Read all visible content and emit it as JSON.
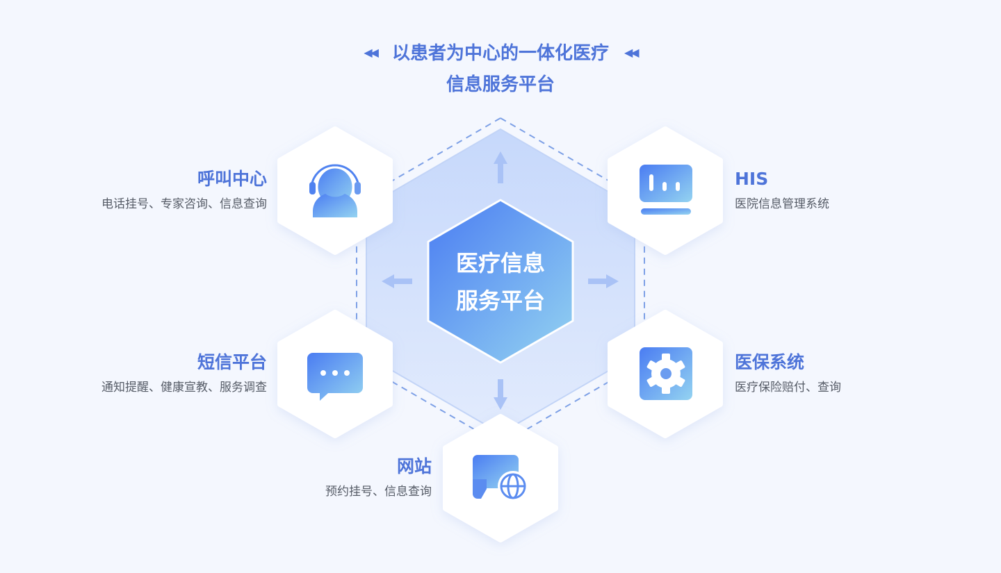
{
  "header": {
    "title_line1": "以患者为中心的一体化医疗",
    "title_line2": "信息服务平台",
    "decor_left": "◀◀",
    "decor_right": "◀◀"
  },
  "center": {
    "line1": "医疗信息",
    "line2": "服务平台"
  },
  "nodes": [
    {
      "name": "呼叫中心",
      "desc": "电话挂号、专家咨询、信息查询",
      "icon": "headset-agent-icon"
    },
    {
      "name": "HIS",
      "desc": "医院信息管理系统",
      "icon": "monitor-chart-icon"
    },
    {
      "name": "短信平台",
      "desc": "通知提醒、健康宣教、服务调查",
      "icon": "chat-bubble-icon"
    },
    {
      "name": "医保系统",
      "desc": "医疗保险赔付、查询",
      "icon": "gear-icon"
    },
    {
      "name": "网站",
      "desc": "预约挂号、信息查询",
      "icon": "globe-monitor-icon"
    }
  ],
  "colors": {
    "accent": "#4e74d9",
    "gradient_start": "#4a7cf2",
    "gradient_end": "#8fd0f0",
    "background": "#f4f7fe"
  }
}
